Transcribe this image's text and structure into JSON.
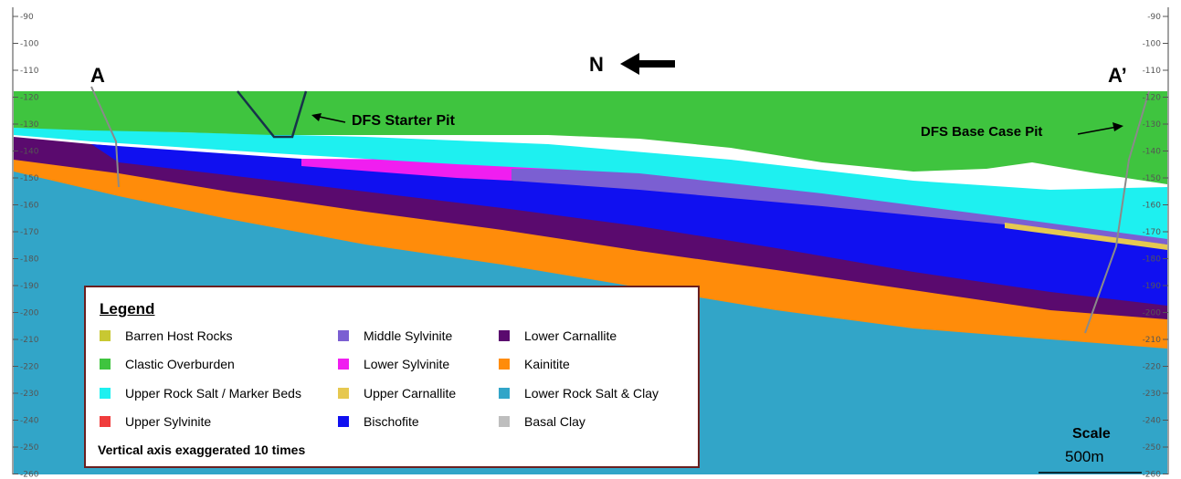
{
  "diagram": {
    "section_labels": {
      "left": "A",
      "right": "A’"
    },
    "north_label": "N",
    "annotations": {
      "starter_pit": "DFS Starter Pit",
      "base_case_pit": "DFS Base Case Pit"
    },
    "axis_left_ticks": [
      "-90",
      "-100",
      "-110",
      "-120",
      "-130",
      "-140",
      "-150",
      "-160",
      "-170",
      "-180",
      "-190",
      "-200",
      "-210",
      "-220",
      "-230",
      "-240",
      "-250",
      "-260"
    ],
    "axis_right_ticks": [
      "-90",
      "-100",
      "-110",
      "-120",
      "-130",
      "-140",
      "-150",
      "-160",
      "-170",
      "-180",
      "-190",
      "-200",
      "-210",
      "-220",
      "-230",
      "-240",
      "-250",
      "-260"
    ],
    "scale": {
      "label": "Scale",
      "value": "500m"
    }
  },
  "legend": {
    "title": "Legend",
    "items": [
      {
        "name": "Barren Host Rocks",
        "color": "#c8c832"
      },
      {
        "name": "Clastic Overburden",
        "color": "#3fc43f"
      },
      {
        "name": "Upper Rock Salt / Marker Beds",
        "color": "#1ef0f0"
      },
      {
        "name": "Upper Sylvinite",
        "color": "#f03c3c"
      },
      {
        "name": "Middle Sylvinite",
        "color": "#7b5fd2"
      },
      {
        "name": "Lower Sylvinite",
        "color": "#f01ef0"
      },
      {
        "name": "Upper Carnallite",
        "color": "#e6c850"
      },
      {
        "name": "Bischofite",
        "color": "#1010f0"
      },
      {
        "name": "Lower Carnallite",
        "color": "#5a0a6e"
      },
      {
        "name": "Kainitite",
        "color": "#ff8c0a"
      },
      {
        "name": "Lower Rock Salt & Clay",
        "color": "#32a5c8"
      },
      {
        "name": "Basal Clay",
        "color": "#bebebe"
      }
    ],
    "note": "Vertical axis exaggerated 10 times"
  }
}
